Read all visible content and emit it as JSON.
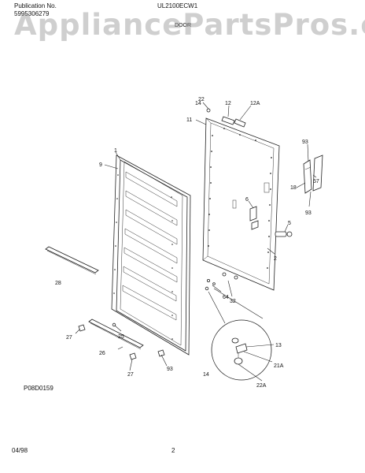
{
  "header": {
    "publication_label": "Publication No.",
    "publication_number": "5995306279",
    "model": "UL2100ECW1",
    "section": "DOOR"
  },
  "watermark": "AppliancePartsPros.com",
  "diagram_id": "P08D0159",
  "footer": {
    "date": "04/98",
    "page": "2"
  },
  "callouts": [
    {
      "id": "c22",
      "text": "22"
    },
    {
      "id": "c14a",
      "text": "14"
    },
    {
      "id": "c12",
      "text": "12"
    },
    {
      "id": "c12a",
      "text": "12A"
    },
    {
      "id": "c11",
      "text": "11"
    },
    {
      "id": "c1",
      "text": "1"
    },
    {
      "id": "c9",
      "text": "9"
    },
    {
      "id": "c93a",
      "text": "93"
    },
    {
      "id": "c18",
      "text": "18"
    },
    {
      "id": "c57",
      "text": "57"
    },
    {
      "id": "c6",
      "text": "6"
    },
    {
      "id": "c93b",
      "text": "93"
    },
    {
      "id": "c5",
      "text": "5"
    },
    {
      "id": "c2",
      "text": "2"
    },
    {
      "id": "c28",
      "text": "28"
    },
    {
      "id": "c64",
      "text": "64"
    },
    {
      "id": "c32",
      "text": "32"
    },
    {
      "id": "c27a",
      "text": "27"
    },
    {
      "id": "c25",
      "text": "25"
    },
    {
      "id": "c13",
      "text": "13"
    },
    {
      "id": "c26",
      "text": "26"
    },
    {
      "id": "c21a",
      "text": "21A"
    },
    {
      "id": "c93c",
      "text": "93"
    },
    {
      "id": "c27b",
      "text": "27"
    },
    {
      "id": "c14b",
      "text": "14"
    },
    {
      "id": "c22a",
      "text": "22A"
    }
  ]
}
